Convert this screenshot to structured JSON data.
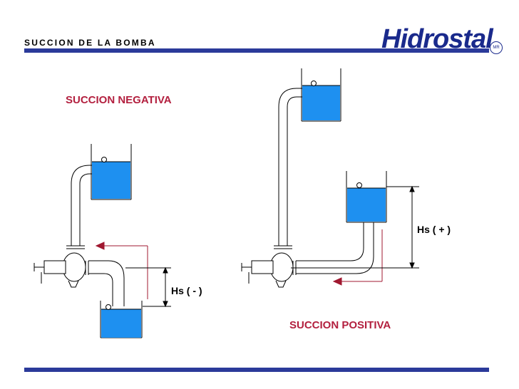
{
  "header": {
    "title": "SUCCION DE LA BOMBA",
    "logo_text": "Hidrostal",
    "logo_mark": "MR"
  },
  "diagram": {
    "negative": {
      "title": "SUCCION NEGATIVA",
      "height_label": "Hs ( - )"
    },
    "positive": {
      "title": "SUCCION POSITIVA",
      "height_label": "Hs ( + )"
    }
  },
  "colors": {
    "accent_blue": "#2b3a9a",
    "water": "#1e90f0",
    "arrow_red": "#a01830",
    "label_red": "#b3203f"
  }
}
